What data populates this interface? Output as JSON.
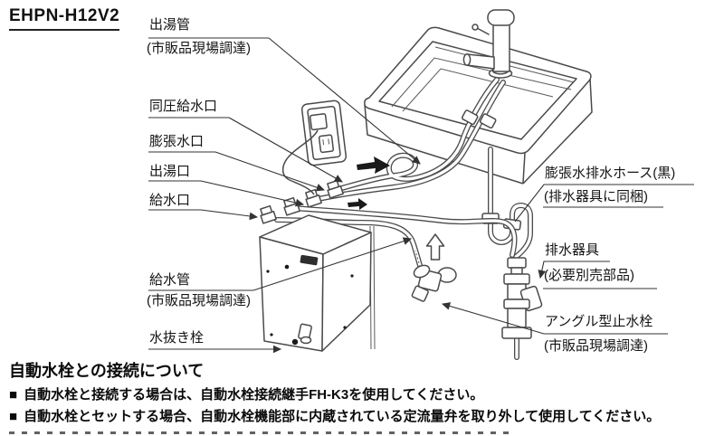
{
  "header": {
    "model": "EHPN-H12V2"
  },
  "diagram": {
    "labels": {
      "outlet_pipe": {
        "name": "出湯管",
        "note": "(市販品現場調達)"
      },
      "same_pressure_inlet": {
        "name": "同圧給水口"
      },
      "expansion_port": {
        "name": "膨張水口"
      },
      "outlet_port": {
        "name": "出湯口"
      },
      "inlet_port": {
        "name": "給水口"
      },
      "supply_pipe": {
        "name": "給水管",
        "note": "(市販品現場調達)"
      },
      "drain_plug": {
        "name": "水抜き栓"
      },
      "expansion_drain_hose": {
        "name": "膨張水排水ホース(黒)",
        "note": "(排水器具に同梱)"
      },
      "drain_fitting": {
        "name": "排水器具",
        "note": "(必要別売部品)"
      },
      "angle_stop_valve": {
        "name": "アングル型止水栓",
        "note": "(市販品現場調達)"
      }
    }
  },
  "notes": {
    "heading": "自動水栓との接続について",
    "bullet": "■",
    "items": [
      "自動水栓と接続する場合は、自動水栓接続継手FH-K3を使用してください。",
      "自動水栓とセットする場合、自動水栓機能部に内蔵されている定流量弁を取り外して使用してください。"
    ]
  },
  "colors": {
    "line": "#4a4a4a",
    "text": "#111111",
    "background": "#ffffff"
  }
}
